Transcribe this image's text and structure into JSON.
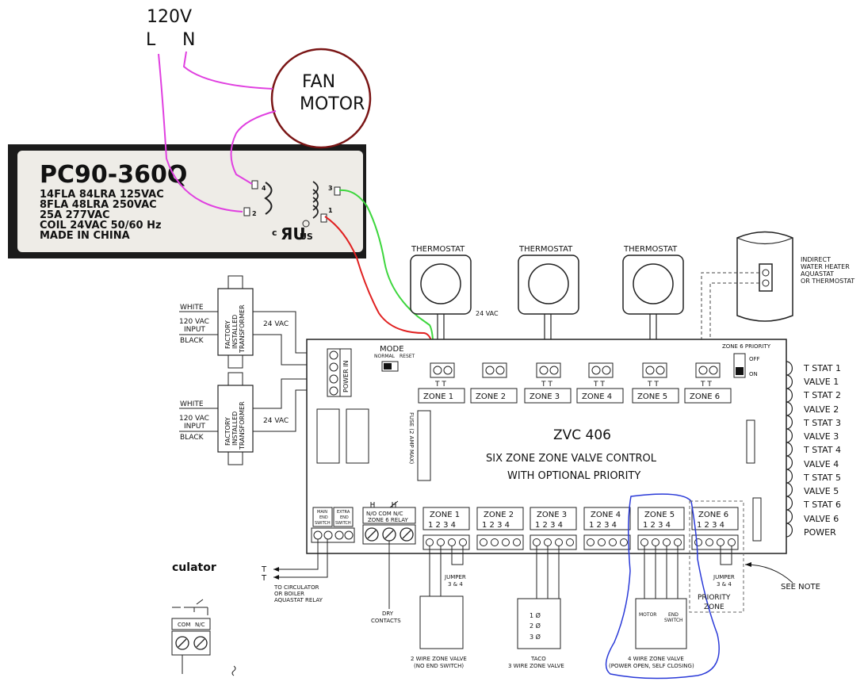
{
  "power": {
    "voltage": "120V",
    "line": "L",
    "neutral": "N"
  },
  "fan_motor": {
    "line1": "FAN",
    "line2": "MOTOR"
  },
  "relay_photo": {
    "model": "PC90-360Q",
    "specs": [
      "14FLA 84LRA 125VAC",
      "8FLA 48LRA 250VAC",
      "25A 277VAC",
      "COIL 24VAC 50/60 Hz",
      "MADE IN CHINA"
    ],
    "cert": "c",
    "cert_us": "US",
    "terminals": [
      "4",
      "2",
      "3",
      "1"
    ]
  },
  "thermostats": [
    {
      "label": "THERMOSTAT"
    },
    {
      "label": "THERMOSTAT"
    },
    {
      "label": "THERMOSTAT"
    }
  ],
  "vac_24_note": "24 VAC",
  "indirect": {
    "lines": [
      "INDIRECT",
      "WATER HEATER",
      "AQUASTAT",
      "OR THERMOSTAT"
    ]
  },
  "transformers": [
    {
      "white": "WHITE",
      "input1": "120 VAC",
      "input2": "INPUT",
      "black": "BLACK",
      "label": [
        "FACTORY",
        "INSTALLED",
        "TRANSFORMER"
      ],
      "out": "24 VAC"
    },
    {
      "white": "WHITE",
      "input1": "120 VAC",
      "input2": "INPUT",
      "black": "BLACK",
      "label": [
        "FACTORY",
        "INSTALLED",
        "TRANSFORMER"
      ],
      "out": "24 VAC"
    }
  ],
  "board": {
    "mode": "MODE",
    "mode_normal": "NORMAL",
    "mode_reset": "RESET",
    "power_in": "POWER IN",
    "fuse": "FUSE (2 AMP MAX)",
    "zone6_priority": "ZONE 6 PRIORITY",
    "off": "OFF",
    "on": "ON",
    "title": "ZVC  406",
    "subtitle1": "SIX ZONE ZONE VALVE CONTROL",
    "subtitle2": "WITH OPTIONAL PRIORITY",
    "tt": "T T",
    "top_zones": [
      "ZONE 1",
      "ZONE 2",
      "ZONE 3",
      "ZONE 4",
      "ZONE 5",
      "ZONE 6"
    ],
    "bottom_zones": [
      "ZONE 1",
      "ZONE 2",
      "ZONE 3",
      "ZONE 4",
      "ZONE 5",
      "ZONE 6"
    ],
    "bottom_terms": "1 2 3 4",
    "main_end": [
      "MAIN",
      "END",
      "SWITCH"
    ],
    "extra_end": [
      "EXTRA",
      "END",
      "SWITCH"
    ],
    "relay_terms": "N/O  COM  N/C",
    "relay_label": "ZONE 6 RELAY",
    "leds": [
      "T STAT 1",
      "VALVE 1",
      "T STAT 2",
      "VALVE 2",
      "T STAT 3",
      "VALVE 3",
      "T STAT 4",
      "VALVE 4",
      "T STAT 5",
      "VALVE 5",
      "T STAT 6",
      "VALVE 6",
      "POWER"
    ]
  },
  "below": {
    "culator": "culator",
    "t": "T",
    "circ": [
      "TO CIRCULATOR",
      "OR BOILER",
      "AQUASTAT RELAY"
    ],
    "dry": [
      "DRY",
      "CONTACTS"
    ],
    "jumper": [
      "JUMPER",
      "3 & 4"
    ],
    "two_wire": [
      "2 WIRE ZONE VALVE",
      "(NO END SWITCH)"
    ],
    "taco_terms": [
      "1 Ø",
      "2 Ø",
      "3 Ø"
    ],
    "taco": [
      "TACO",
      "3 WIRE  ZONE VALVE"
    ],
    "four_wire_box": [
      "MOTOR",
      "END",
      "SWITCH"
    ],
    "four_wire": [
      "4 WIRE ZONE VALVE",
      "(POWER OPEN, SELF CLOSING)"
    ],
    "priority_zone": [
      "PRIORITY",
      "ZONE"
    ],
    "see_note": "SEE NOTE",
    "left_relay": [
      "COM",
      "N/C"
    ]
  },
  "colors": {
    "magenta": "#e040e0",
    "green": "#3dd63d",
    "red": "#e02020",
    "blue": "#2a3ad8",
    "motor": "#7a1515"
  }
}
